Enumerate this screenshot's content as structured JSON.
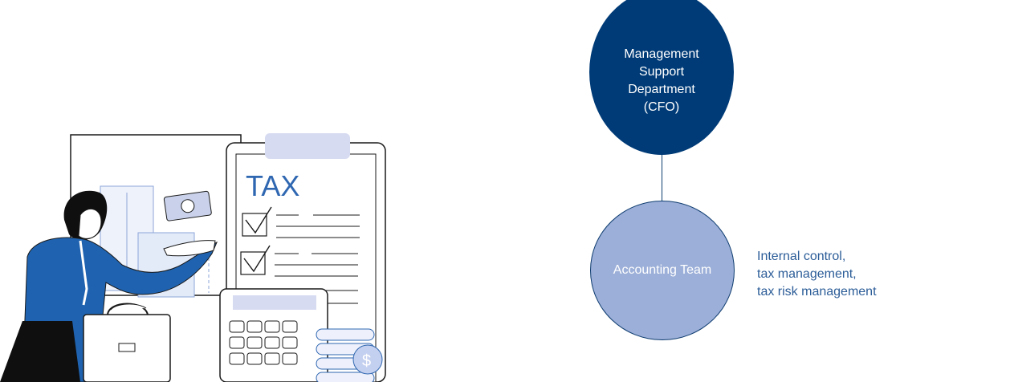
{
  "illustration": {
    "tax_label": "TAX"
  },
  "org_chart": {
    "top_node": {
      "lines": [
        "Management",
        "Support",
        "Department",
        "(CFO)"
      ]
    },
    "bottom_node": {
      "label": "Accounting Team"
    },
    "responsibilities": [
      "Internal control,",
      "tax management,",
      "tax risk management"
    ]
  },
  "colors": {
    "navy": "#003b77",
    "light_blue": "#9cafd8",
    "text_blue": "#2c5d98",
    "shirt_blue": "#1f63b0"
  }
}
